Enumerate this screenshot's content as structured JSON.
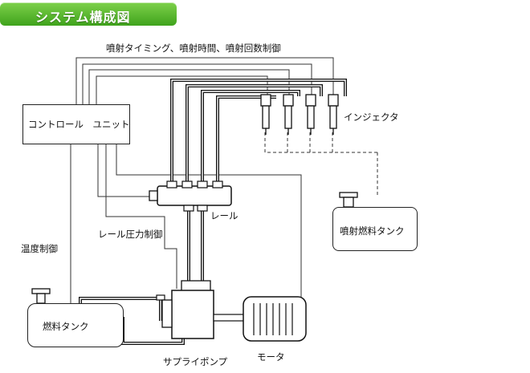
{
  "header": {
    "title": "システム構成図",
    "color": "#4cb324"
  },
  "diagram": {
    "signal_label": "噴射タイミング、噴射時間、噴射回数制御",
    "control_unit": "コントロール　ユニット",
    "injector": "インジェクタ",
    "rail": "レール",
    "rail_pressure": "レール圧力制御",
    "temperature": "温度制御",
    "injection_fuel_tank": "噴射燃料タンク",
    "fuel_tank": "燃料タンク",
    "supply_pump": "サプライポンプ",
    "motor": "モータ"
  }
}
